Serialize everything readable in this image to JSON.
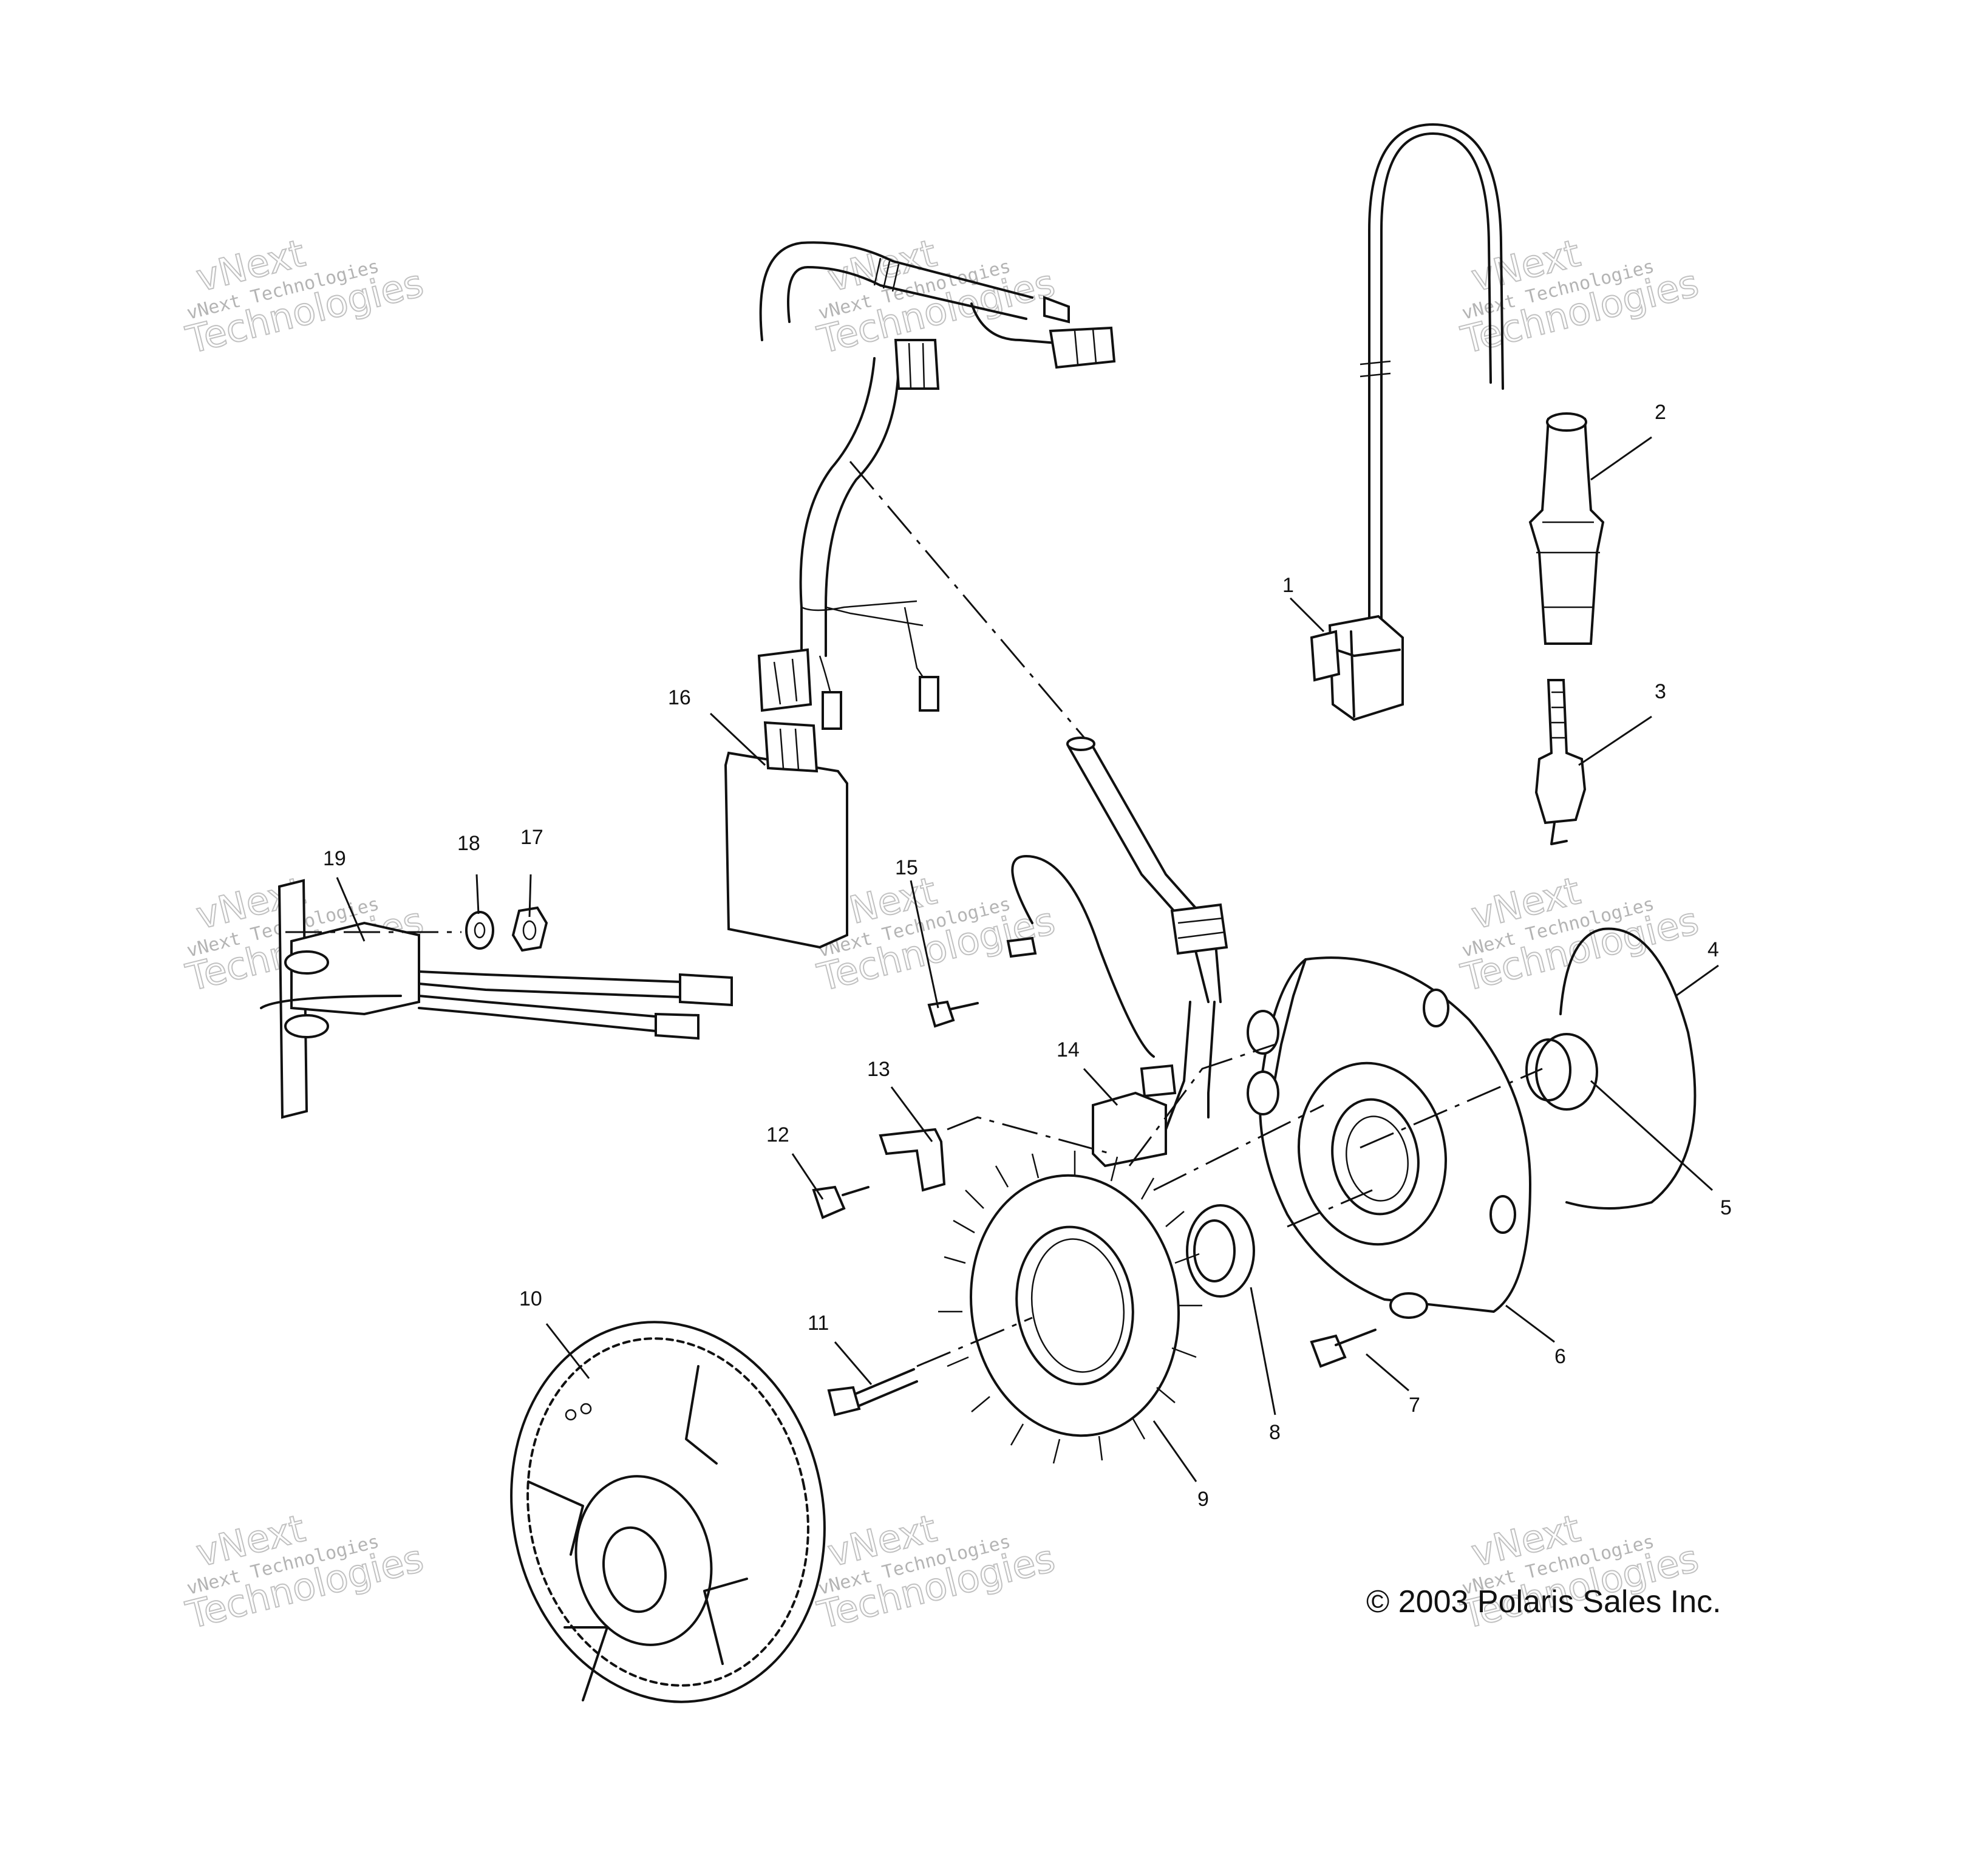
{
  "copyright": "© 2003 Polaris Sales Inc.",
  "watermark": {
    "line1": "vNext Technologies",
    "line2": "vNext",
    "line3": "Technologies"
  },
  "callouts": [
    "1",
    "2",
    "3",
    "4",
    "5",
    "6",
    "7",
    "8",
    "9",
    "10",
    "11",
    "12",
    "13",
    "14",
    "15",
    "16",
    "17",
    "18",
    "19"
  ]
}
